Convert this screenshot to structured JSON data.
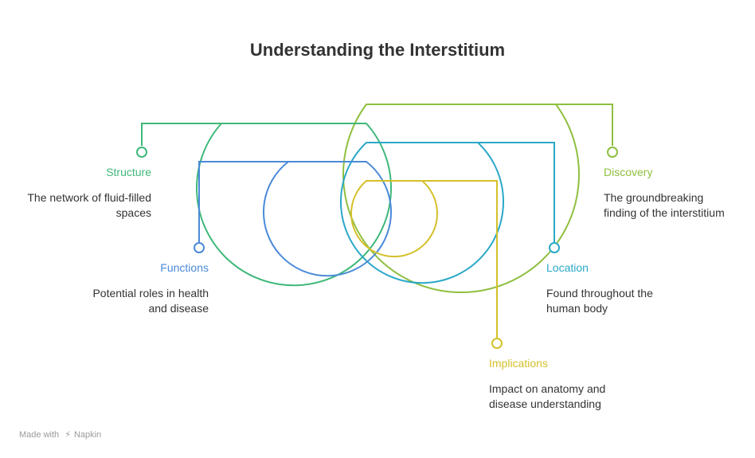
{
  "title": "Understanding the Interstitium",
  "colors": {
    "structure": "#3fb87a",
    "functions": "#4a8ad8",
    "location": "#2aa8c8",
    "discovery": "#8fbf3f",
    "implications": "#d4c02a"
  },
  "nodes": {
    "structure": {
      "label": "Structure",
      "desc1": "The network of fluid-filled",
      "desc2": "spaces"
    },
    "functions": {
      "label": "Functions",
      "desc1": "Potential roles in health",
      "desc2": "and disease"
    },
    "discovery": {
      "label": "Discovery",
      "desc1": "The groundbreaking",
      "desc2": "finding of the interstitium"
    },
    "location": {
      "label": "Location",
      "desc1": "Found throughout the",
      "desc2": "human body"
    },
    "implications": {
      "label": "Implications",
      "desc1": "Impact on anatomy and",
      "desc2": "disease understanding"
    }
  },
  "footer": {
    "made_with": "Made with",
    "brand": "Napkin"
  }
}
